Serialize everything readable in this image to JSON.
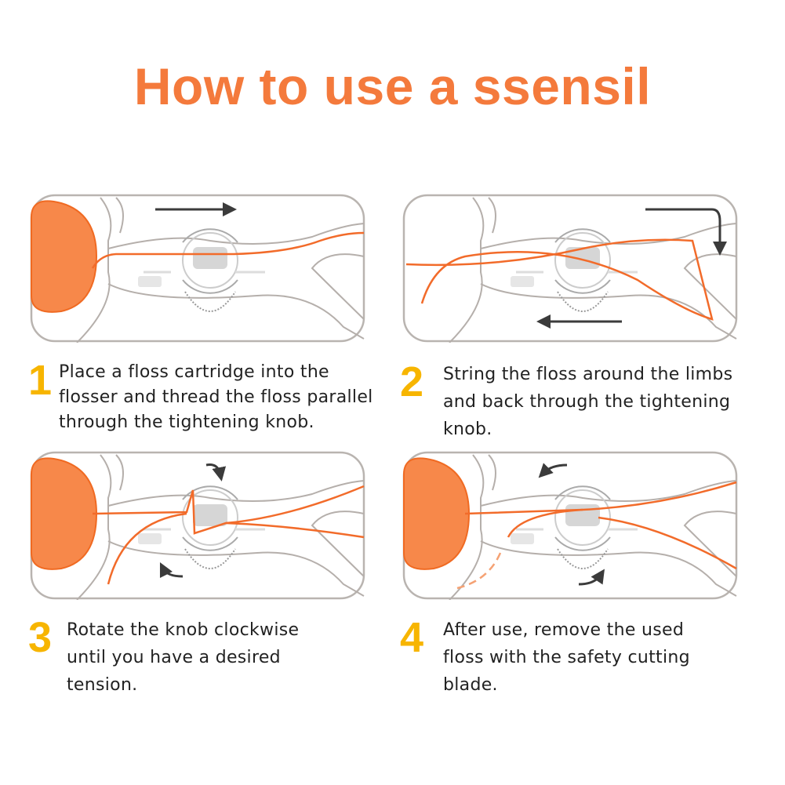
{
  "title": "How to use a ssensil",
  "colors": {
    "title": "#f47a3c",
    "floss": "#f26b2a",
    "number": "#f7b500",
    "outline": "#b5afab",
    "arrow": "#3b3b3b"
  },
  "steps": [
    {
      "number": "1",
      "lines": [
        "Place a floss cartridge into the",
        "flosser and thread the floss parallel",
        "through the tightening knob."
      ]
    },
    {
      "number": "2",
      "lines": [
        "String the floss around the limbs",
        "and back through the tightening",
        "knob."
      ]
    },
    {
      "number": "3",
      "lines": [
        "Rotate the knob clockwise",
        "until you have a desired",
        "tension."
      ]
    },
    {
      "number": "4",
      "lines": [
        "After use, remove the used",
        "floss with the safety cutting",
        "blade."
      ]
    }
  ]
}
